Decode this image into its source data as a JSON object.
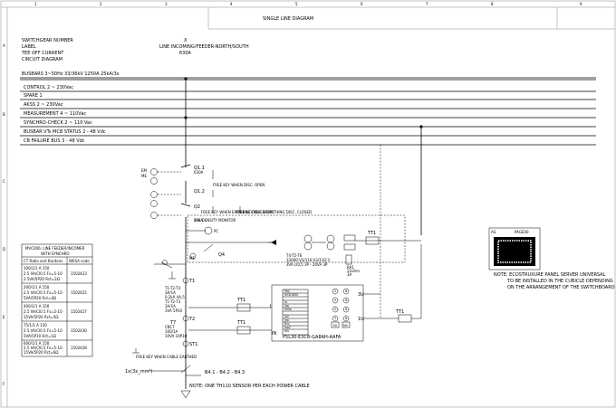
{
  "sheet_title": "SINGLE LINE DIAGRAM",
  "grid_cols": [
    "1",
    "2",
    "3",
    "4",
    "5",
    "6",
    "7",
    "8",
    "9"
  ],
  "grid_rows": [
    "A",
    "B",
    "C",
    "D",
    "E",
    "F"
  ],
  "header_fields": {
    "labels": [
      "SWITCHGEAR NUMBER",
      "LABEL",
      "TEE OFF CURRENT",
      "CIRCUIT DIAGRAM"
    ],
    "col_x": "X",
    "col_title": "LINE INCOMING/FEEDER-NORTH/SOUTH",
    "col_current": "630A"
  },
  "busbars_label": "BUSBARS 3~50Hz 33/36kV 1250A 25kA/3s",
  "aux_buses": [
    "CONTROL 2 ~ 230Vac",
    "SPARE 1",
    "AKSS 2 ~ 230Vac",
    "MEASUREMENT 4 ~ 110Vac",
    "SYNCHRO-CHECK 2 ~ 110 Vac",
    "BUSBAR VTs MCB STATUS 2 - 48 Vdc",
    "CB FAILURE BUS 3 - 48 Vdc"
  ],
  "equipment": {
    "q11": "Q1.1",
    "q11_rating": "630A",
    "q12": "Q1.2",
    "q2": "Q2",
    "q2_rating": "20kA",
    "q4": "Q4",
    "em": "EM",
    "me": "ME",
    "pc": "PC",
    "sf6": "SF6 DENSITY MONITOR",
    "free_key_open": "FREE KEY WHEN DISC. OPEN",
    "free_key_earth_open": "FREE KEY WHEN EARTHING DISC. OPEN",
    "free_key_earth_closed": "FREE KEY WHEN EARTHING DISC. CLOSED",
    "free_key_earthed": "FREE KEY WHEN CABLE EARTHED",
    "ct1": "T1",
    "ct2": "T2",
    "ct7": "T7",
    "st1": "ST1",
    "ct_text": [
      "T1-T2-T3",
      "3A/1A",
      "0,2kA 4A,5",
      "T1-T2-T3",
      "3A/1A",
      "3VA 5P10"
    ],
    "ct7_text": [
      "CBCT",
      "100/1A",
      "10VA 10P10"
    ],
    "vt_text": [
      "T4-T5-T6",
      "33000:V3/110:V3/110:3",
      "3VA cl0,5 3P - 20VA 3P"
    ],
    "tt1": "TT1",
    "tt2": "TT1",
    "ra": [
      "RA1",
      "22ohm",
      "3A"
    ],
    "relay_model": "P5L30-E3C8-GA8AH-AAFA",
    "u_label": "3U",
    "i_label": "I",
    "in_label": "IN",
    "relay_left": [
      "PAC",
      "IEC61850",
      "",
      "Io",
      "Iop",
      "5kVo",
      "",
      "Ie2",
      "Iep",
      "Rcc",
      "Iep2",
      "IAu"
    ],
    "relay_right": [
      "V",
      "N",
      "V",
      "N",
      "5",
      "N",
      "5",
      "N",
      "8",
      "MI",
      "MV",
      "N"
    ],
    "cable_label": "1x(3x_mm²)",
    "b_label": "B4.1 - B4.2 - B4.3",
    "cable_note": "NOTE: ONE TH110 SENSOR PER EACH POWER CABLE"
  },
  "ct_table": {
    "title": [
      "MVC006: LINE FEEDER/INCOMER",
      "WITH SYNCHRO"
    ],
    "headers": [
      "CT Ratio and Burdens",
      "WESA code"
    ],
    "rows": [
      {
        "lines": [
          "100/1/1 A  150",
          "2.5 VA/CI0.5 Fs=5-10",
          "2.5VA/5P20 Rct=2Ω"
        ],
        "code": "1502423"
      },
      {
        "lines": [
          "200/1/1 A  150",
          "2.5 VA/CI0.5 Fs=5-10",
          "5VA/5P20 Rct=4Ω"
        ],
        "code": "1502425"
      },
      {
        "lines": [
          "400/1/1 A  150",
          "2.5 VA/CI0.5 Fs=5-10",
          "15VA/5P20 Rct=5Ω"
        ],
        "code": "1502427"
      },
      {
        "lines": [
          "75/1/1 A  150",
          "2.5 VA/CI0.5 Fs=5-10",
          "5VA/5P10 Rct=1Ω"
        ],
        "code": "1502430"
      },
      {
        "lines": [
          "600/1/1 A  150",
          "2.5 VA/CI0.5 Fs=5-10",
          "15VA/5P20 Rct=6Ω"
        ],
        "code": "1502428"
      }
    ]
  },
  "qr_block": {
    "left": "AS",
    "right": "PAGE00"
  },
  "ecostruxure_note": [
    "NOTE: ECOSTRUXURE PANEL SERVER UNIVERSAL",
    "TO BE INSTALLED IN THE CUBICLE DEPENDING",
    "ON THE ARRANGEMENT OF THE SWITCHBOARD"
  ]
}
